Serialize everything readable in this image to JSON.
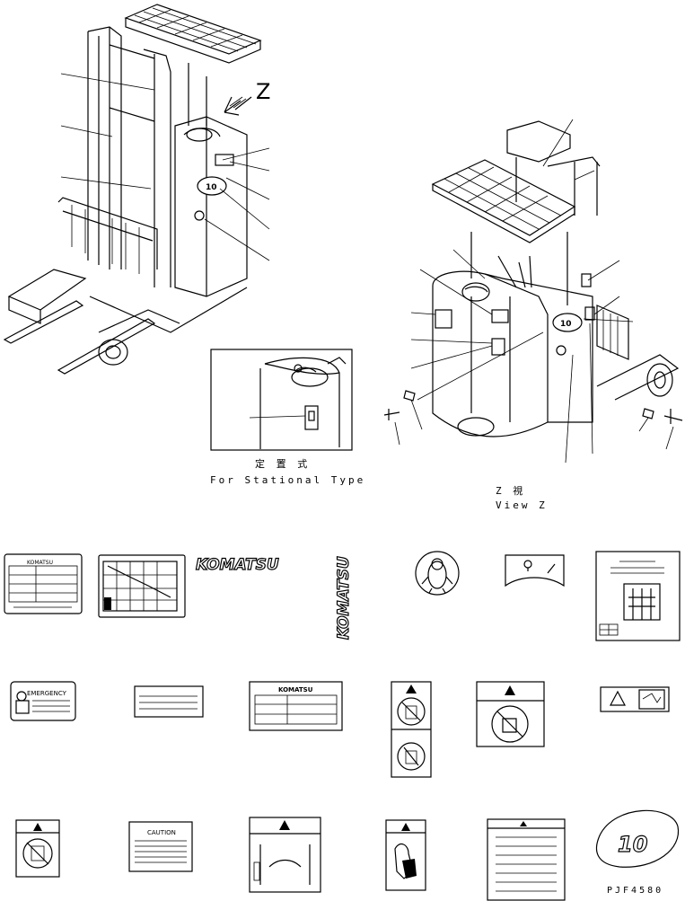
{
  "views": {
    "stational": {
      "label_jp": "定 置 式",
      "label_en": "For Stational Type"
    },
    "view_z": {
      "label_jp": "Z  視",
      "label_en": "View Z",
      "arrow_letter": "Z"
    }
  },
  "decals": {
    "komatsu_logo": "KOMATSU",
    "komatsu_vertical": "KOMATSU",
    "emergency_label": "EMERGENCY",
    "caution_label": "CAUTION",
    "plate_brand": "KOMATSU",
    "emblem_number": "10"
  },
  "drawing_code": "PJF4580"
}
